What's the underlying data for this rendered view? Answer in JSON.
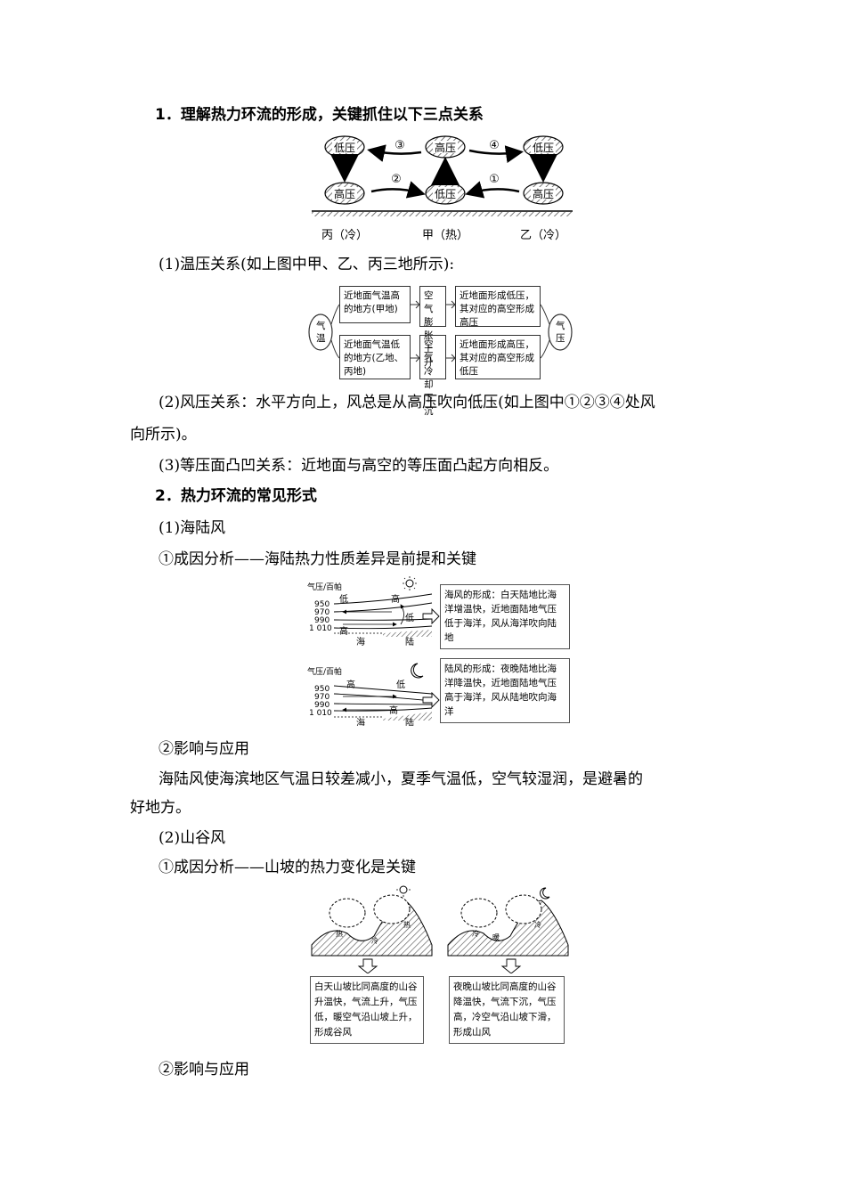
{
  "sections": {
    "s1_title": "1．理解热力环流的形成，关键抓住以下三点关系",
    "temp_pressure": "(1)温压关系(如上图中甲、乙、丙三地所示):",
    "wind_pressure_l1": "(2)风压关系：水平方向上，风总是从高压吹向低压(如上图中①②③④处风",
    "wind_pressure_l2": "向所示)。",
    "isobar": "(3)等压面凸凹关系：近地面与高空的等压面凸起方向相反。",
    "s2_title": "2．热力环流的常见形式",
    "sea_land": "(1)海陆风",
    "sea_land_cause": "①成因分析——海陆热力性质差异是前提和关键",
    "sea_land_effect_title": "②影响与应用",
    "sea_land_effect_l1": "海陆风使海滨地区气温日较差减小，夏季气温低，空气较湿润，是避暑的",
    "sea_land_effect_l2": "好地方。",
    "valley": "(2)山谷风",
    "valley_cause": "①成因分析——山坡的热力变化是关键",
    "valley_effect_title": "②影响与应用"
  },
  "circulation_diagram": {
    "low": "低压",
    "high": "高压",
    "arrows": [
      "③",
      "④",
      "②",
      "①"
    ],
    "places": [
      "丙（冷）",
      "甲（热）",
      "乙（冷）"
    ]
  },
  "flow_chart": {
    "left": "气温",
    "right": "气压",
    "top_cause": "近地面气温高的地方(甲地)",
    "top_mid": "空气膨胀上升",
    "top_result": "近地面形成低压，其对应的高空形成高压",
    "bot_cause": "近地面气温低的地方(乙地、丙地)",
    "bot_mid": "空气冷却下沉",
    "bot_result": "近地面形成高压，其对应的高空形成低压"
  },
  "sea_breeze": {
    "axis_label": "气压/百帕",
    "ticks": [
      "950",
      "970",
      "990",
      "1 010"
    ],
    "low": "低",
    "high": "高",
    "sea": "海",
    "land": "陆",
    "day_text": "海风的形成：白天陆地比海洋增温快，近地面陆地气压低于海洋，风从海洋吹向陆地",
    "night_text": "陆风的形成：夜晚陆地比海洋降温快，近地面陆地气压高于海洋，风从陆地吹向海洋"
  },
  "valley_wind": {
    "hot": "热",
    "cold": "冷",
    "warm": "暖",
    "day_text": "白天山坡比同高度的山谷升温快，气流上升，气压低，暖空气沿山坡上升，形成谷风",
    "night_text": "夜晚山坡比同高度的山谷降温快，气流下沉，气压高，冷空气沿山坡下滑，形成山风"
  },
  "colors": {
    "text": "#000000",
    "line": "#333333",
    "hatch": "#555555"
  }
}
